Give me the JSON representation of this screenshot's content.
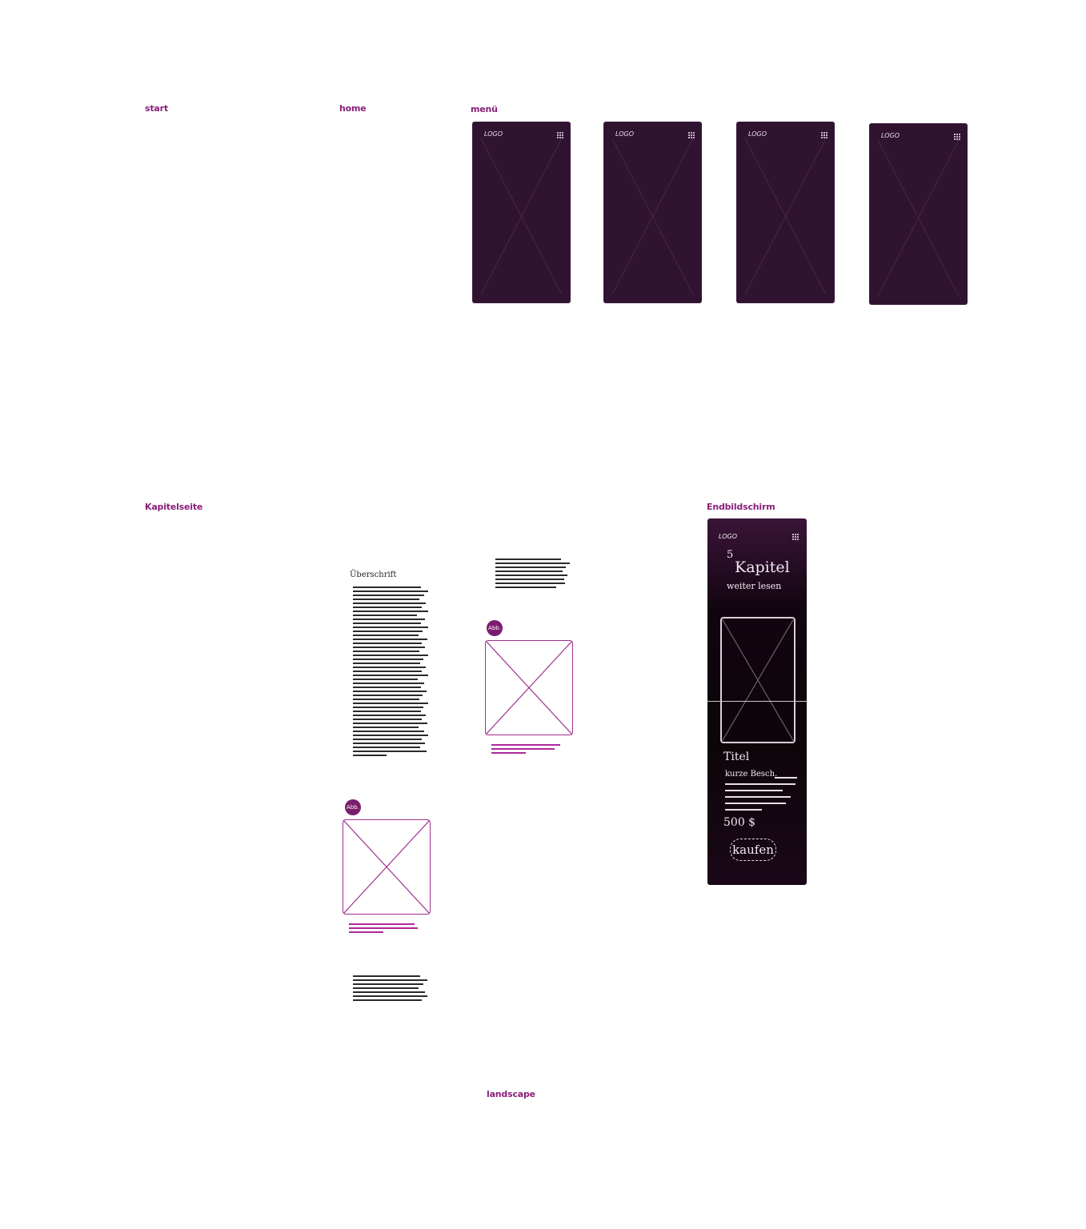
{
  "labels": {
    "start": "start",
    "home": "home",
    "menu": "menü",
    "chapter_page": "Kapitelseite",
    "end_screen": "Endbildschirm",
    "landscape": "landscape"
  },
  "menu_phones": [
    {
      "logo": "LOGO",
      "icon": "grid-menu-icon"
    },
    {
      "logo": "LOGO",
      "icon": "grid-menu-icon"
    },
    {
      "logo": "LOGO",
      "icon": "grid-menu-icon"
    },
    {
      "logo": "LOGO",
      "icon": "grid-menu-icon"
    }
  ],
  "chapter": {
    "heading": "Überschrift",
    "figure_badge": "Abb."
  },
  "end_screen": {
    "logo": "LOGO",
    "chapter_number": "5",
    "chapter_title": "Kapitel",
    "continue_text": "weiter lesen",
    "item_title": "Titel",
    "short_desc": "kurze Besch.",
    "price": "500 $",
    "buy_label": "kaufen"
  },
  "colors": {
    "accent": "#8a1f7a",
    "phone_bg": "#2f1330",
    "badge": "#7b1d6e"
  }
}
